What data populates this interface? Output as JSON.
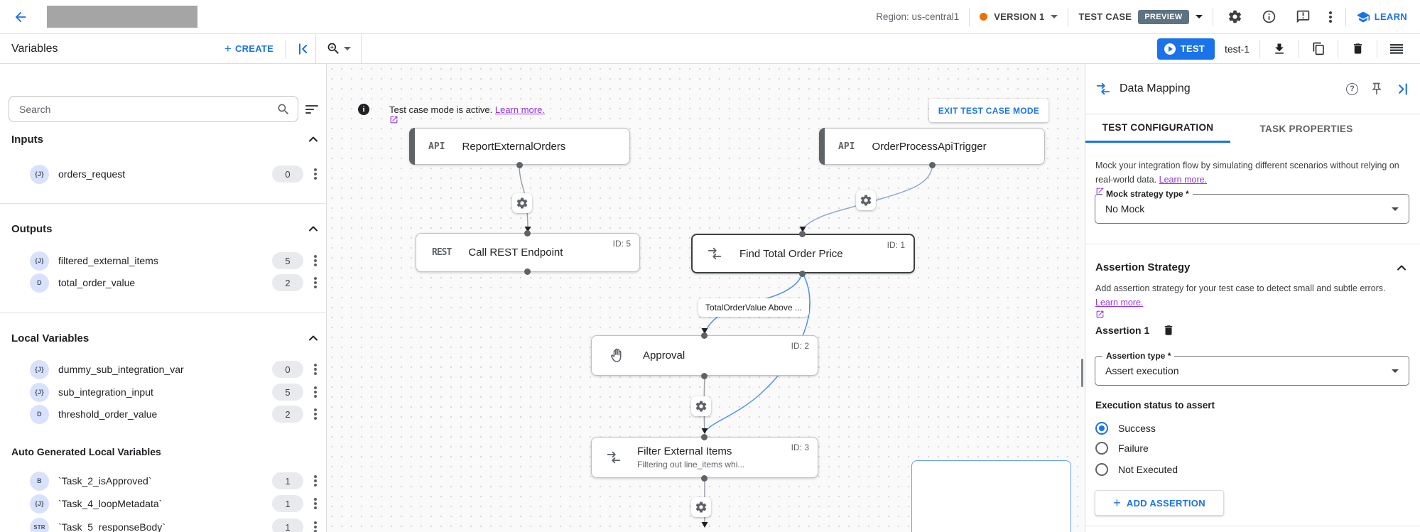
{
  "topbar": {
    "region_label": "Region: us-central1",
    "version": {
      "label": "VERSION 1"
    },
    "test_case": {
      "label": "TEST CASE",
      "badge": "PREVIEW"
    },
    "learn_label": "LEARN"
  },
  "toolbar": {
    "title": "Variables",
    "create_label": "CREATE",
    "test_button_label": "TEST",
    "test_case_name": "test-1"
  },
  "sidebar": {
    "search_placeholder": "Search",
    "sections": [
      {
        "title": "Inputs",
        "items": [
          {
            "type": "{J}",
            "name": "orders_request",
            "count": "0"
          }
        ]
      },
      {
        "title": "Outputs",
        "items": [
          {
            "type": "{J}",
            "name": "filtered_external_items",
            "count": "5"
          },
          {
            "type": "D",
            "name": "total_order_value",
            "count": "2"
          }
        ]
      },
      {
        "title": "Local Variables",
        "items": [
          {
            "type": "{J}",
            "name": "dummy_sub_integration_var",
            "count": "0"
          },
          {
            "type": "{J}",
            "name": "sub_integration_input",
            "count": "5"
          },
          {
            "type": "D",
            "name": "threshold_order_value",
            "count": "2"
          }
        ]
      },
      {
        "title": "Auto Generated Local Variables",
        "items": [
          {
            "type": "B",
            "name": "`Task_2_isApproved`",
            "count": "1"
          },
          {
            "type": "{J}",
            "name": "`Task_4_loopMetadata`",
            "count": "1"
          },
          {
            "type": "STR",
            "name": "`Task_5_responseBody`",
            "count": "1"
          }
        ]
      }
    ]
  },
  "canvas": {
    "banner": {
      "icon_glyph": "i",
      "text": "Test case mode is active.",
      "link": "Learn more.",
      "exit_button": "EXIT TEST CASE MODE"
    },
    "edge_label": "TotalOrderValue Above ...",
    "nodes": [
      {
        "badge": "API",
        "title": "ReportExternalOrders"
      },
      {
        "badge": "API",
        "title": "OrderProcessApiTrigger"
      },
      {
        "badge": "REST",
        "title": "Call REST Endpoint",
        "id": "ID: 5"
      },
      {
        "icon": "data-mapping-icon",
        "title": "Find Total Order Price",
        "id": "ID: 1"
      },
      {
        "icon": "approval-hand-icon",
        "title": "Approval",
        "id": "ID: 2"
      },
      {
        "icon": "data-mapping-icon",
        "title": "Filter External Items",
        "id": "ID: 3",
        "subtitle": "Filtering out line_items whi..."
      }
    ]
  },
  "panel": {
    "title": "Data Mapping",
    "help_glyph": "?",
    "tabs": [
      {
        "label": "TEST CONFIGURATION"
      },
      {
        "label": "TASK PROPERTIES"
      }
    ],
    "mock": {
      "description": "Mock your integration flow by simulating different scenarios without relying on real-world data.",
      "link": "Learn more.",
      "field_label": "Mock strategy type *",
      "value": "No Mock"
    },
    "assertion": {
      "heading": "Assertion Strategy",
      "description": "Add assertion strategy for your test case to detect small and subtle errors.",
      "link": "Learn more.",
      "item_label": "Assertion 1",
      "type_label": "Assertion type *",
      "type_value": "Assert execution",
      "status_label": "Execution status to assert",
      "options": [
        {
          "label": "Success",
          "selected": true
        },
        {
          "label": "Failure",
          "selected": false
        },
        {
          "label": "Not Executed",
          "selected": false
        }
      ],
      "add_button": "ADD ASSERTION"
    }
  },
  "colors": {
    "accent_blue": "#1a73e8",
    "link_purple": "#9334e6",
    "version_dot_orange": "#e8710a",
    "preview_badge": "#5d7382",
    "edge_blue": "#4d90fe",
    "edge_gray": "#9aa0a6"
  }
}
